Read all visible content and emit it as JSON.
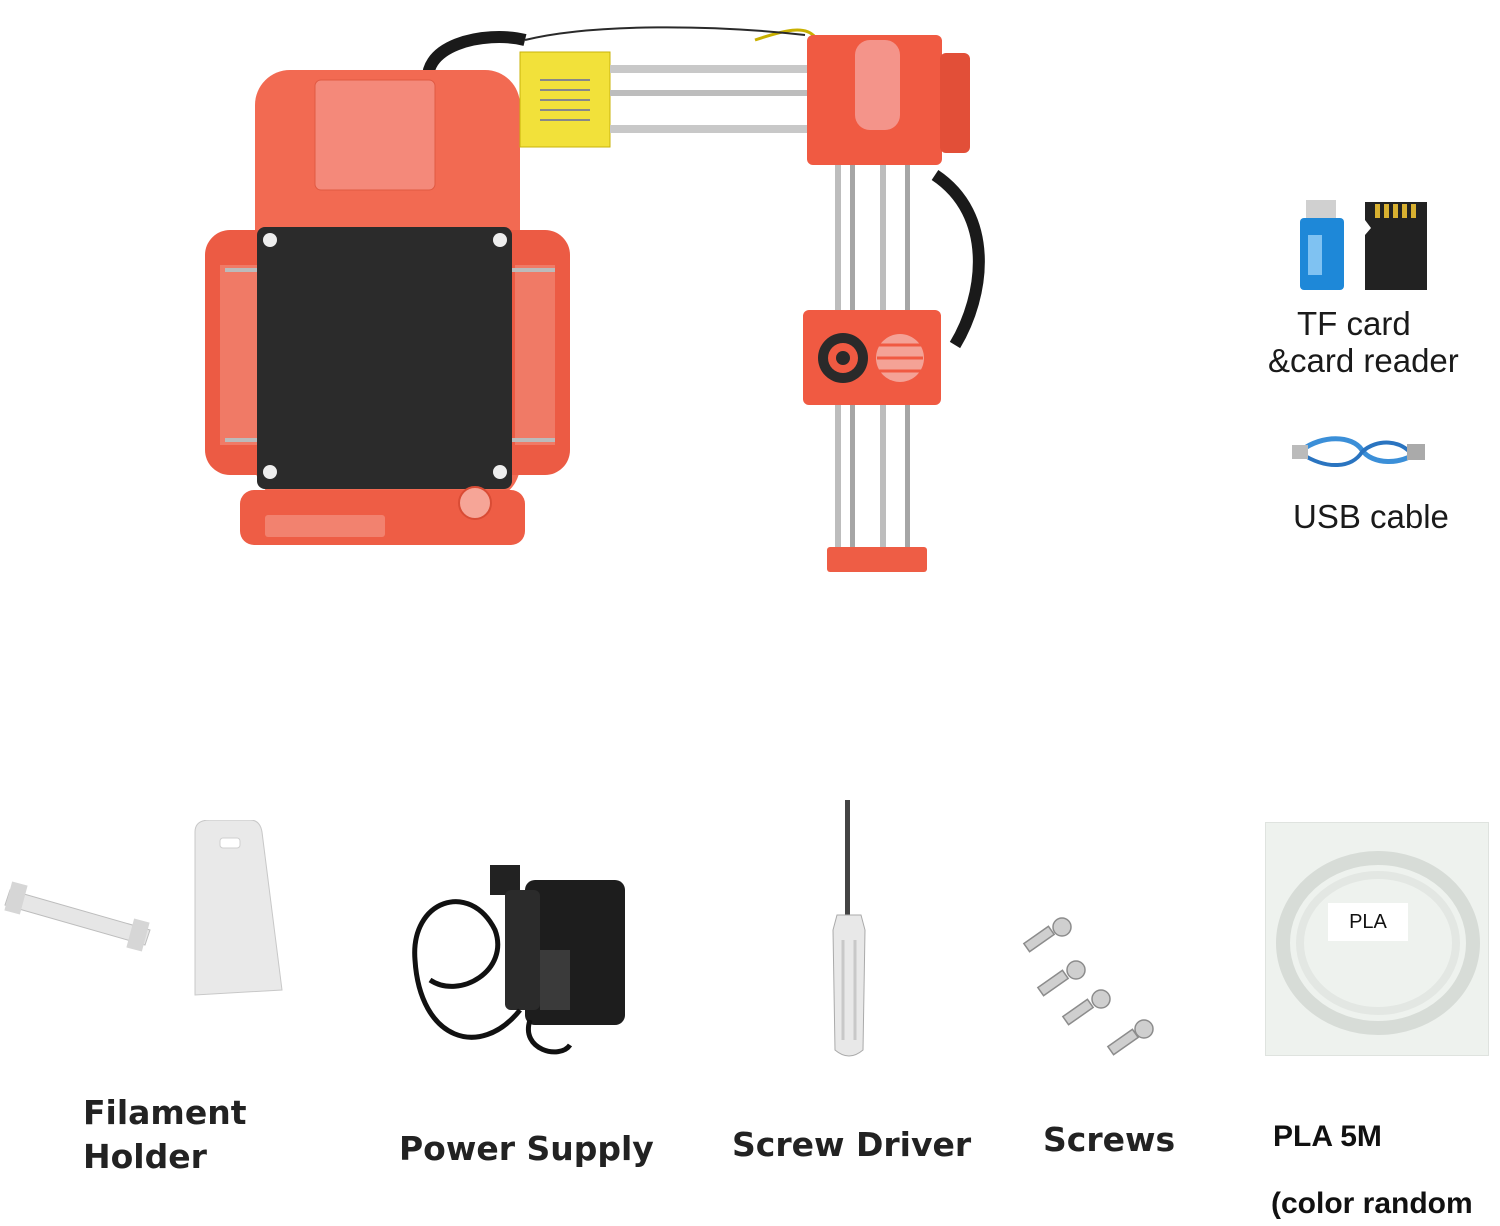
{
  "accessories_right": {
    "tf_card_line1": "TF card",
    "tf_card_line2": "&card reader",
    "usb_cable": "USB cable"
  },
  "items_bottom": {
    "filament_holder_line1": "Filament",
    "filament_holder_line2": "Holder",
    "power_supply": "Power Supply",
    "screw_driver": "Screw Driver",
    "screws": "Screws",
    "pla_line1": "PLA 5M",
    "pla_line2": "(color random",
    "pla_bag_tag": "PLA"
  },
  "colors": {
    "printer_body": "#f0634a",
    "printer_dark": "#d8452f",
    "build_plate": "#2b2b2b",
    "rail": "#c8c8c8",
    "fan_yellow": "#f2e13a",
    "card_reader": "#1e88d8",
    "power_supply": "#1d1d1d"
  }
}
